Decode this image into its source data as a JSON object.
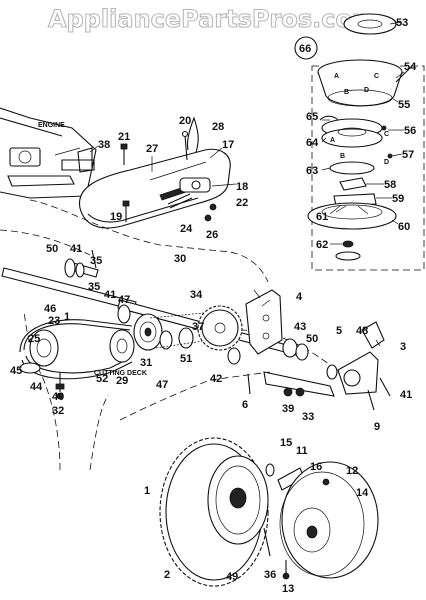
{
  "watermark": "AppliancePartsPros.com",
  "labels": {
    "engine": "ENGINE",
    "cutting_deck": "CUTTING DECK"
  },
  "callouts": [
    {
      "id": "c1",
      "text": "1"
    },
    {
      "id": "c2",
      "text": "2"
    },
    {
      "id": "c3",
      "text": "3"
    },
    {
      "id": "c4",
      "text": "4"
    },
    {
      "id": "c5",
      "text": "5"
    },
    {
      "id": "c6",
      "text": "6"
    },
    {
      "id": "c9",
      "text": "9"
    },
    {
      "id": "c11",
      "text": "11"
    },
    {
      "id": "c12",
      "text": "12"
    },
    {
      "id": "c13",
      "text": "13"
    },
    {
      "id": "c14",
      "text": "14"
    },
    {
      "id": "c15",
      "text": "15"
    },
    {
      "id": "c16",
      "text": "16"
    },
    {
      "id": "c17",
      "text": "17"
    },
    {
      "id": "c18",
      "text": "18"
    },
    {
      "id": "c19",
      "text": "19"
    },
    {
      "id": "c20",
      "text": "20"
    },
    {
      "id": "c21",
      "text": "21"
    },
    {
      "id": "c22",
      "text": "22"
    },
    {
      "id": "c23",
      "text": "23"
    },
    {
      "id": "c24",
      "text": "24"
    },
    {
      "id": "c25",
      "text": "25"
    },
    {
      "id": "c26",
      "text": "26"
    },
    {
      "id": "c27",
      "text": "27"
    },
    {
      "id": "c28",
      "text": "28"
    },
    {
      "id": "c29",
      "text": "29"
    },
    {
      "id": "c30",
      "text": "30"
    },
    {
      "id": "c31",
      "text": "31"
    },
    {
      "id": "c32",
      "text": "32"
    },
    {
      "id": "c33",
      "text": "33"
    },
    {
      "id": "c34",
      "text": "34"
    },
    {
      "id": "c35a",
      "text": "35"
    },
    {
      "id": "c35b",
      "text": "35"
    },
    {
      "id": "c36",
      "text": "36"
    },
    {
      "id": "c37",
      "text": "37"
    },
    {
      "id": "c38",
      "text": "38"
    },
    {
      "id": "c39",
      "text": "39"
    },
    {
      "id": "c40",
      "text": "40"
    },
    {
      "id": "c41a",
      "text": "41"
    },
    {
      "id": "c41b",
      "text": "41"
    },
    {
      "id": "c41c",
      "text": "41"
    },
    {
      "id": "c42",
      "text": "42"
    },
    {
      "id": "c43",
      "text": "43"
    },
    {
      "id": "c44",
      "text": "44"
    },
    {
      "id": "c45",
      "text": "45"
    },
    {
      "id": "c46",
      "text": "46"
    },
    {
      "id": "c47a",
      "text": "47"
    },
    {
      "id": "c47b",
      "text": "47"
    },
    {
      "id": "c48",
      "text": "48"
    },
    {
      "id": "c49",
      "text": "49"
    },
    {
      "id": "c50a",
      "text": "50"
    },
    {
      "id": "c50b",
      "text": "50"
    },
    {
      "id": "c51",
      "text": "51"
    },
    {
      "id": "c52",
      "text": "52"
    },
    {
      "id": "c53",
      "text": "53"
    },
    {
      "id": "c54",
      "text": "54"
    },
    {
      "id": "c55",
      "text": "55"
    },
    {
      "id": "c56",
      "text": "56"
    },
    {
      "id": "c57",
      "text": "57"
    },
    {
      "id": "c58",
      "text": "58"
    },
    {
      "id": "c59",
      "text": "59"
    },
    {
      "id": "c60",
      "text": "60"
    },
    {
      "id": "c61",
      "text": "61"
    },
    {
      "id": "c62",
      "text": "62"
    },
    {
      "id": "c63",
      "text": "63"
    },
    {
      "id": "c64",
      "text": "64"
    },
    {
      "id": "c65",
      "text": "65"
    },
    {
      "id": "c66",
      "text": "66"
    }
  ],
  "letters": [
    {
      "id": "lA1",
      "text": "A"
    },
    {
      "id": "lB1",
      "text": "B"
    },
    {
      "id": "lC1",
      "text": "C"
    },
    {
      "id": "lD1",
      "text": "D"
    },
    {
      "id": "lA2",
      "text": "A"
    },
    {
      "id": "lB2",
      "text": "B"
    },
    {
      "id": "lC2",
      "text": "C"
    },
    {
      "id": "lD2",
      "text": "D"
    }
  ]
}
